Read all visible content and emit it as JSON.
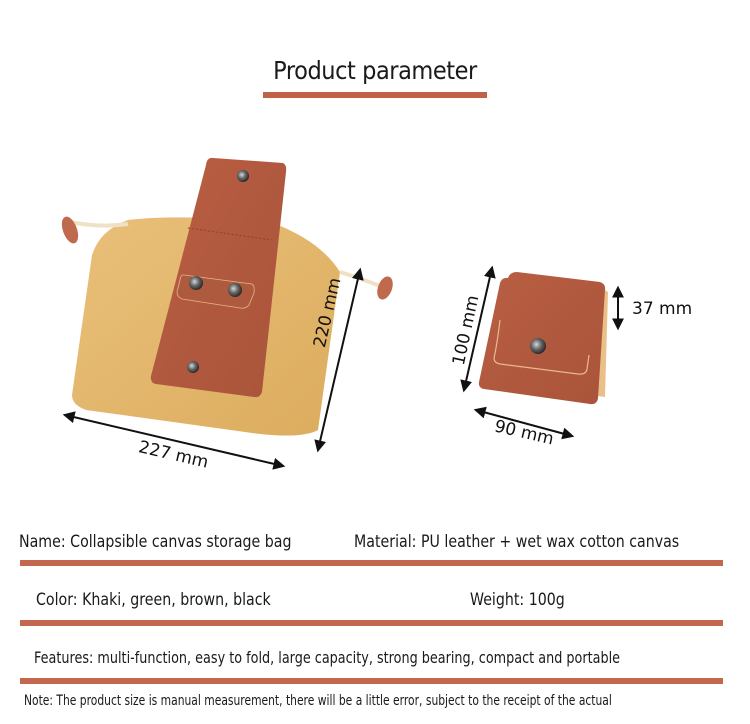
{
  "header": {
    "title": "Product parameter"
  },
  "images": {
    "open_bag": {
      "description": "Khaki canvas drawstring bag with brown PU leather flap and three snap buttons",
      "dimensions": {
        "width": "227 mm",
        "height": "220 mm"
      }
    },
    "folded_bag": {
      "description": "Folded pouch with brown leather cover and one snap button",
      "dimensions": {
        "height": "100 mm",
        "width": "90 mm",
        "thickness": "37 mm"
      }
    }
  },
  "specs": {
    "name": "Name: Collapsible canvas storage bag",
    "material": "Material: PU leather + wet wax cotton canvas",
    "color": "Color: Khaki, green, brown, black",
    "weight": "Weight: 100g",
    "features": "Features: multi-function, easy to fold, large capacity, strong bearing, compact and portable",
    "note": "Note: The product size is manual measurement, there will be a little error, subject to the receipt of the actual"
  },
  "colors": {
    "accent": "#c4674f",
    "canvas": "#e2b56a",
    "leather": "#b45a3f"
  }
}
